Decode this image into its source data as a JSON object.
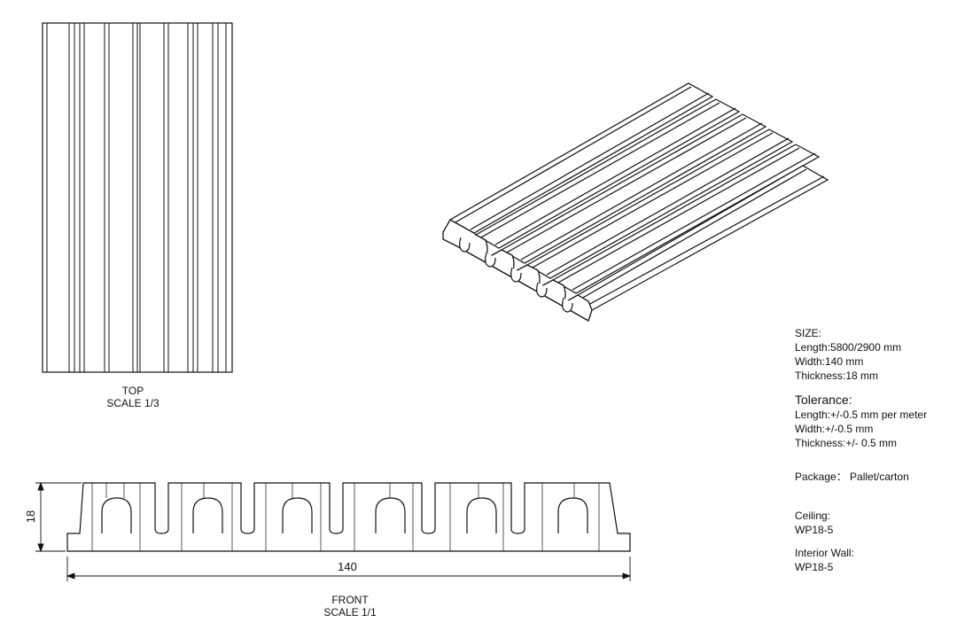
{
  "top_view": {
    "title": "TOP",
    "scale": "SCALE 1/3"
  },
  "front_view": {
    "title": "FRONT",
    "scale": "SCALE 1/1",
    "width_dim": "140",
    "height_dim": "18"
  },
  "specs": {
    "size_heading": "SIZE:",
    "length": "Length:5800/2900 mm",
    "width": "Width:140 mm",
    "thickness": "Thickness:18 mm",
    "tolerance_heading": "Tolerance:",
    "tol_length": "Length:+/-0.5 mm per meter",
    "tol_width": "Width:+/-0.5 mm",
    "tol_thickness": "Thickness:+/- 0.5 mm",
    "package": "Package： Pallet/carton",
    "ceiling_heading": "Ceiling:",
    "ceiling_code": "WP18-5",
    "interior_heading": "Interior Wall:",
    "interior_code": "WP18-5"
  }
}
